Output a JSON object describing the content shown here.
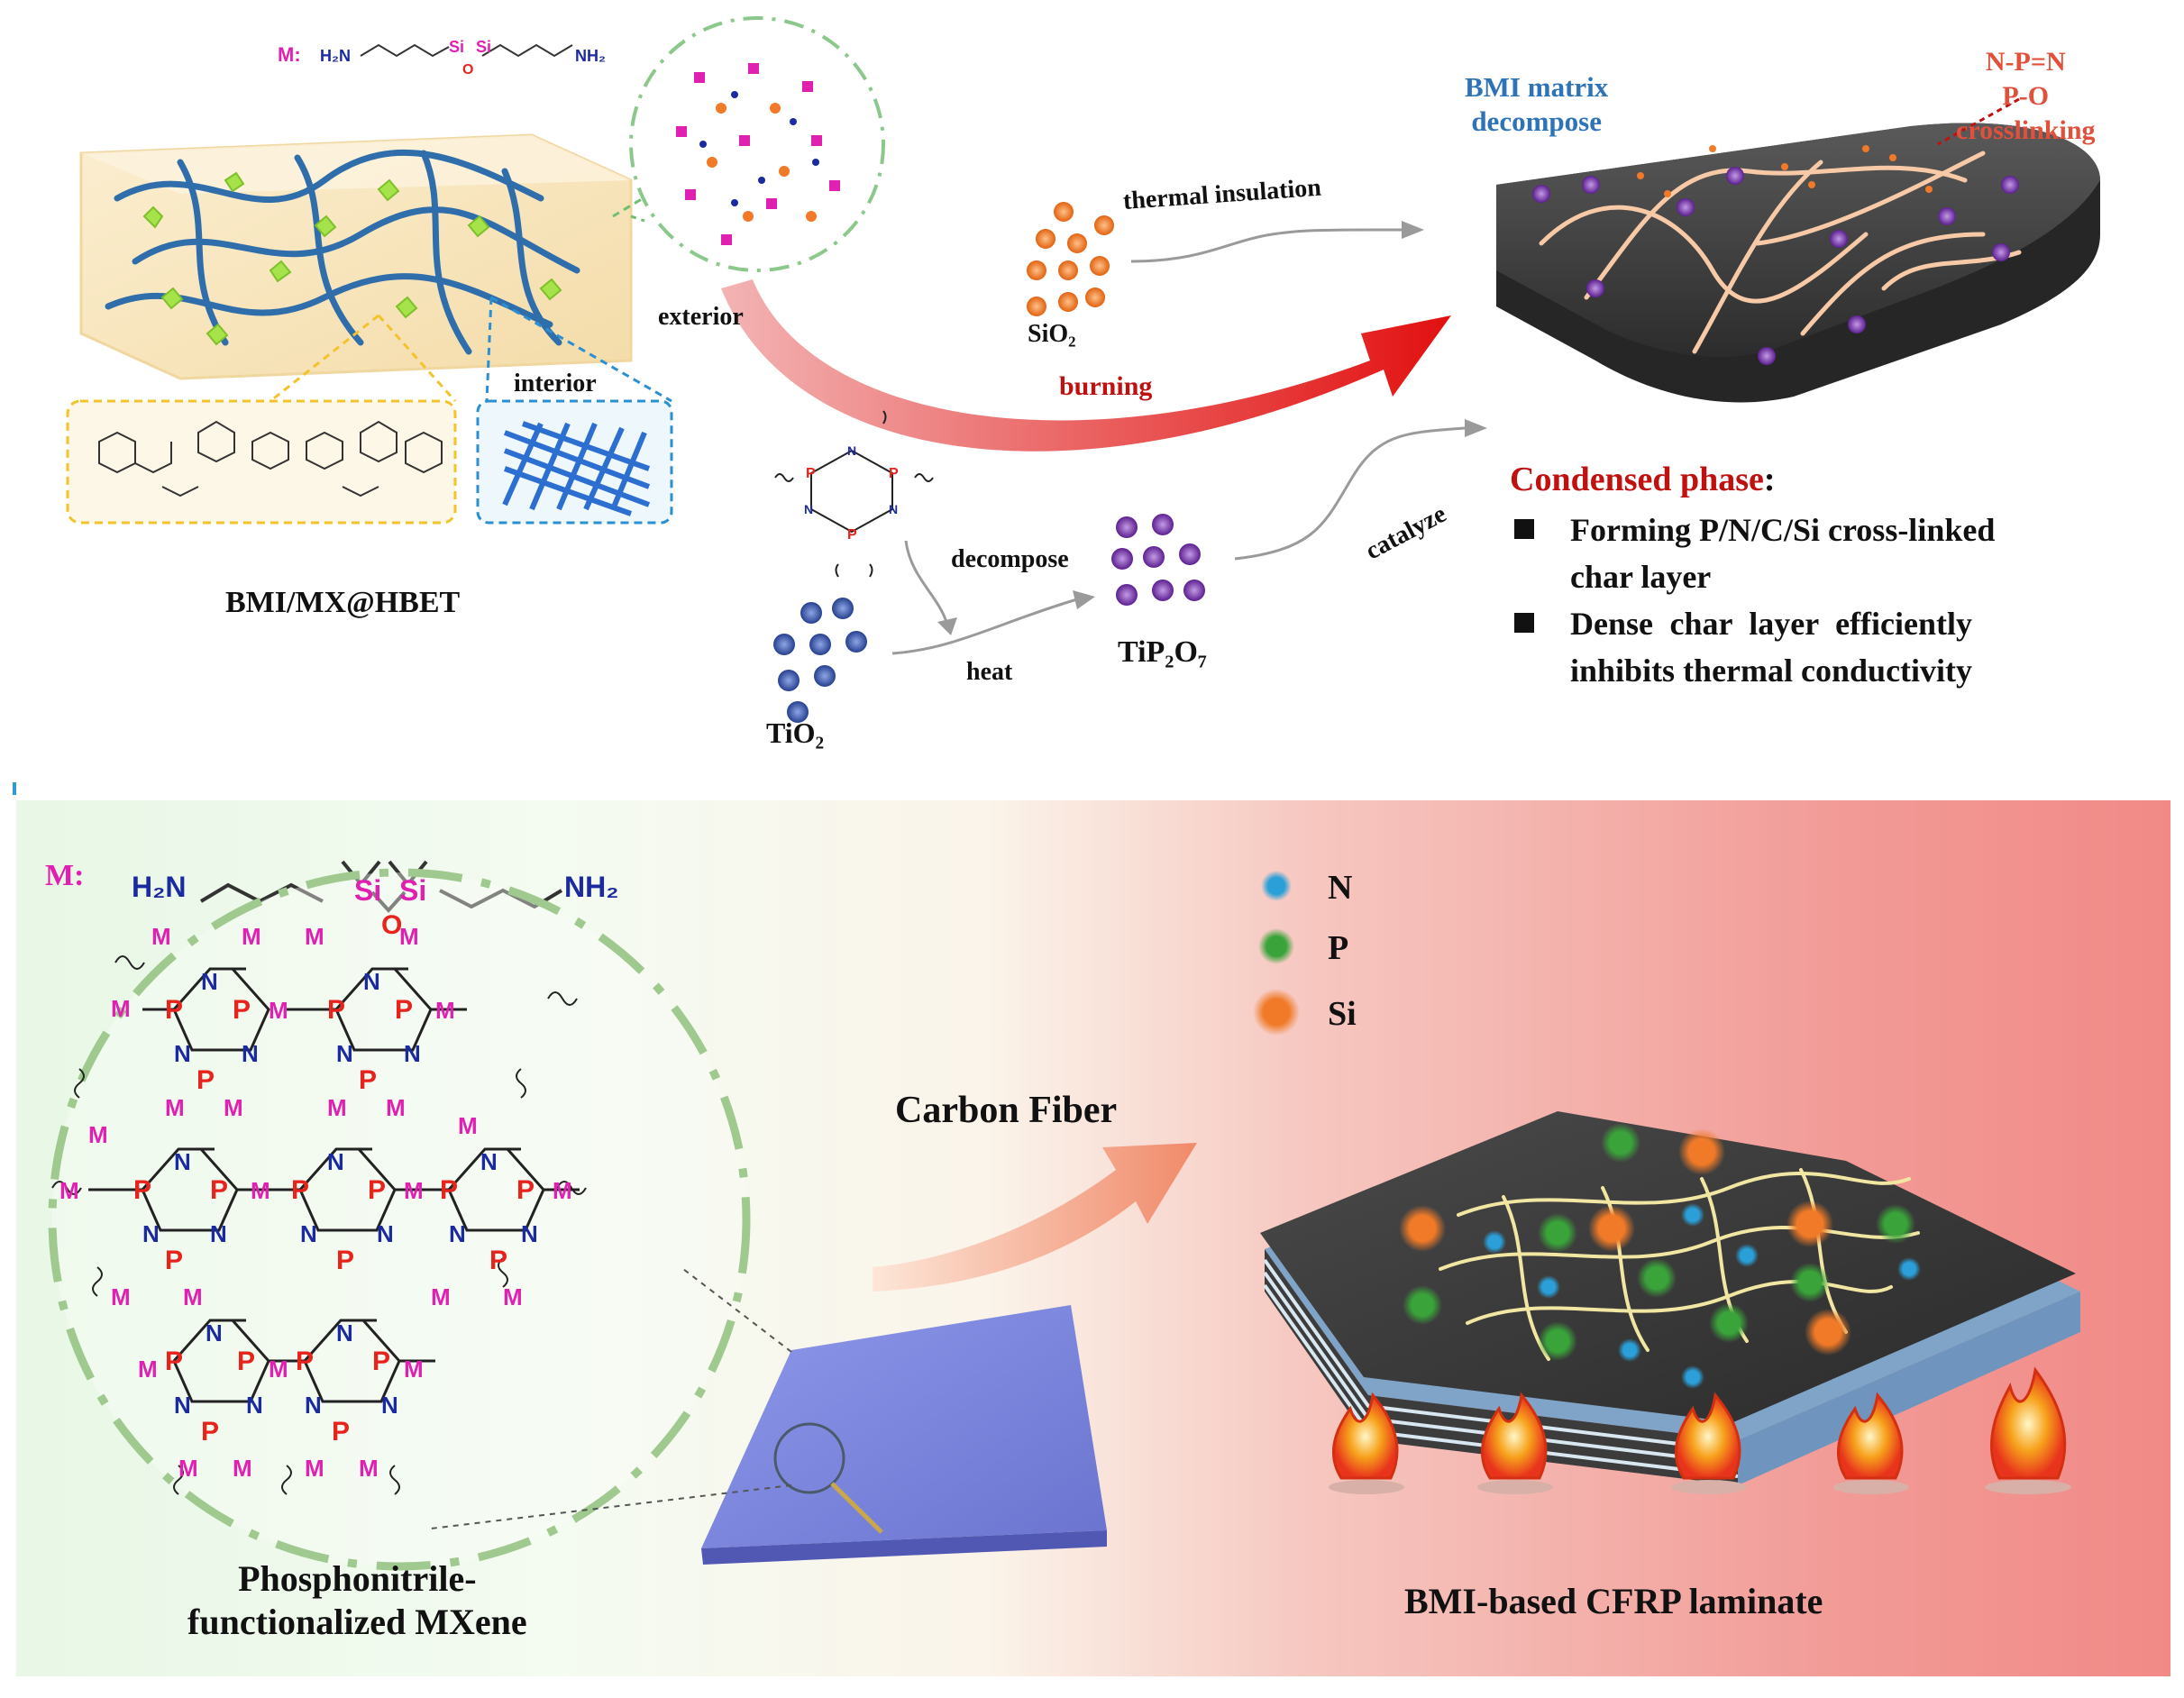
{
  "top": {
    "m_label": "M:",
    "exterior": "exterior",
    "interior": "interior",
    "composite_label": "BMI/MX@HBET",
    "thermal_insulation": "thermal insulation",
    "sio2": "SiO₂",
    "burning": "burning",
    "decompose": "decompose",
    "heat": "heat",
    "tio2": "TiO₂",
    "tip2o7": "TiP₂O₇",
    "catalyze": "catalyze",
    "bmi_matrix_line1": "BMI matrix",
    "bmi_matrix_line2": "decompose",
    "crosslink_line1": "N-P=N",
    "crosslink_line2": "P-O",
    "crosslink_line3": "crosslinking",
    "condensed_title": "Condensed phase",
    "condensed_colon": ":",
    "bullets": [
      {
        "line1": "Forming P/N/C/Si cross-linked",
        "line2": "char layer"
      },
      {
        "line1": "Dense char layer efficiently",
        "line2": "inhibits thermal conductivity"
      }
    ]
  },
  "bottom": {
    "m_label": "M:",
    "h2n": "H₂N",
    "nh2": "NH₂",
    "si": "Si",
    "o": "O",
    "carbon_fiber": "Carbon Fiber",
    "mxene_line1": "Phosphonitrile-",
    "mxene_line2": "functionalized MXene",
    "laminate_label": "BMI-based CFRP laminate",
    "legend": [
      {
        "symbol": "N",
        "color": "#2a9fd8"
      },
      {
        "symbol": "P",
        "color": "#3aa33a"
      },
      {
        "symbol": "Si",
        "color": "#f07a28"
      }
    ]
  },
  "colors": {
    "P": "#e8231c",
    "N": "#1b2a9e",
    "M": "#e020b0",
    "accent_red": "#c01010",
    "blue_title": "#2e73b8",
    "orange_text": "#e0503a"
  }
}
